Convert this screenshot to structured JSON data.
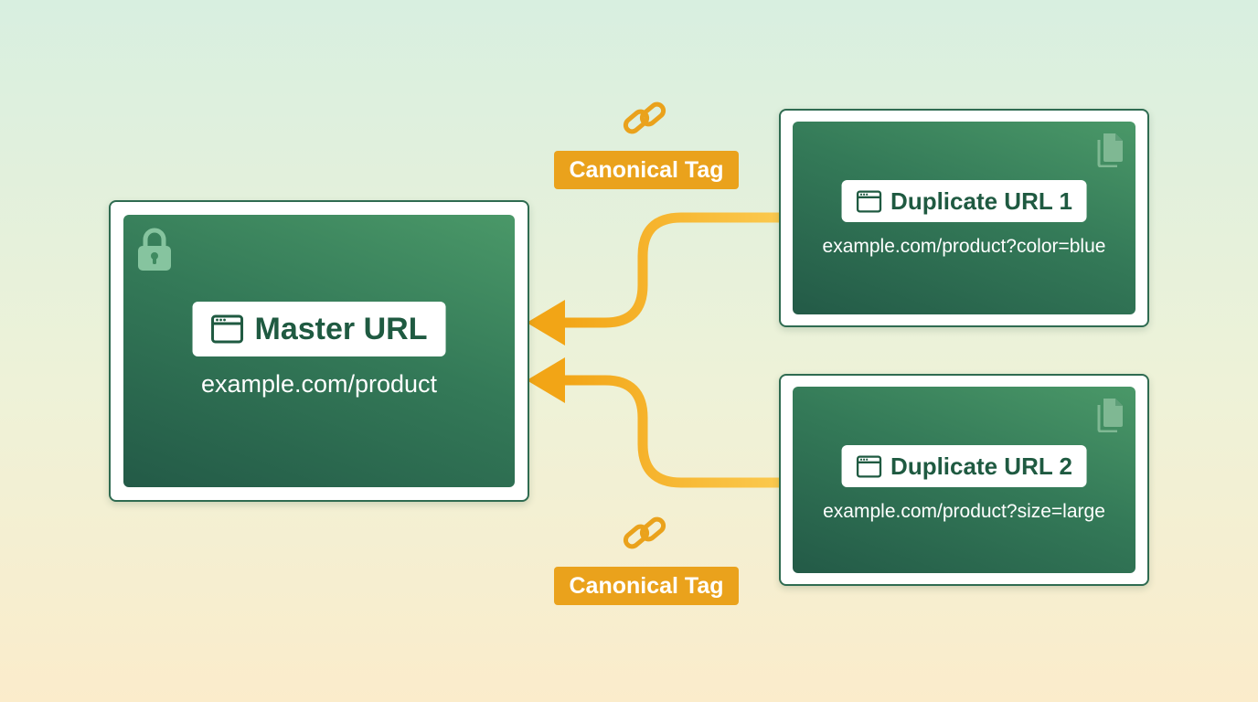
{
  "master": {
    "title": "Master URL",
    "url": "example.com/product",
    "icons": [
      "lock-icon",
      "browser-window-icon"
    ]
  },
  "duplicates": [
    {
      "title": "Duplicate URL 1",
      "url": "example.com/product?color=blue",
      "icons": [
        "document-copy-icon",
        "browser-window-icon"
      ]
    },
    {
      "title": "Duplicate URL 2",
      "url": "example.com/product?size=large",
      "icons": [
        "document-copy-icon",
        "browser-window-icon"
      ]
    }
  ],
  "canonical_tags": [
    {
      "label": "Canonical Tag",
      "icon": "chain-link-icon"
    },
    {
      "label": "Canonical Tag",
      "icon": "chain-link-icon"
    }
  ],
  "colors": {
    "card_green_light": "#4a9868",
    "card_green_dark": "#235a47",
    "title_text": "#1f5a41",
    "tag_orange": "#eaa21c",
    "connector_orange": "#f7b733"
  }
}
